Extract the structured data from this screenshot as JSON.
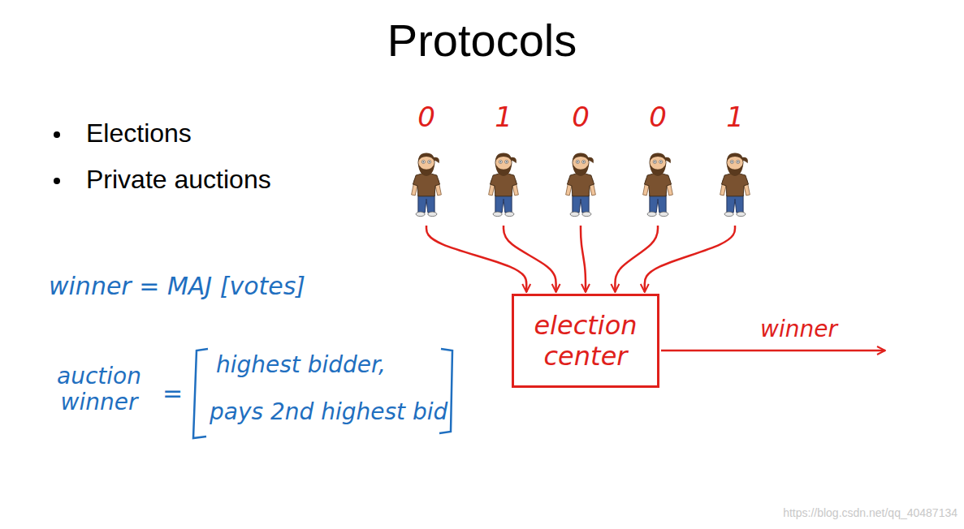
{
  "diagram": {
    "title": "Protocols",
    "nodes": [
      {
        "text": [
          "0"
        ]
      },
      {
        "text": [
          "1"
        ]
      },
      {
        "text": [
          "0"
        ]
      },
      {
        "text": [
          "0"
        ]
      },
      {
        "text": [
          "1"
        ]
      },
      {
        "text": [
          "election center"
        ]
      }
    ],
    "edges": [
      {
        "from": 0,
        "to": 5,
        "arrow": "to"
      },
      {
        "from": 1,
        "to": 5,
        "arrow": "to"
      },
      {
        "from": 2,
        "to": 5,
        "arrow": "to"
      },
      {
        "from": 3,
        "to": 5,
        "arrow": "to"
      },
      {
        "from": 4,
        "to": 5,
        "arrow": "to"
      }
    ],
    "labels": [
      "Elections",
      "Private auctions",
      "winner = MAJ [votes]",
      "auction winner",
      "=",
      "highest bidder,",
      "pays 2nd highest bid",
      "winner",
      "https://blog.csdn.net/qq_40487134"
    ]
  }
}
